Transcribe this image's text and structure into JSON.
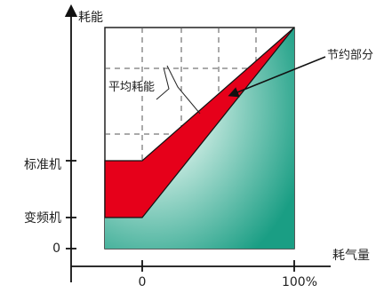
{
  "diagram": {
    "y_axis_label": "耗能",
    "x_axis_label": "耗气量",
    "y_tick_standard": "标准机",
    "y_tick_vfd": "变频机",
    "y_tick_zero": "0",
    "x_tick_zero": "0",
    "x_tick_full": "100%",
    "annotation_average": "平均耗能",
    "annotation_saving": "节约部分"
  },
  "colors": {
    "saving_region": "#e6001a",
    "base_region_center": "#ffffff",
    "base_region_edge": "#1a9e84",
    "axis": "#111111",
    "grid": "#555555"
  }
}
